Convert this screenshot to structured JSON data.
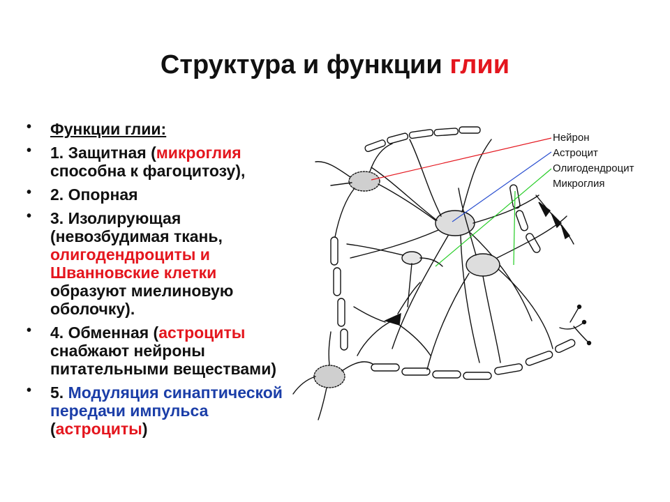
{
  "title": {
    "main": "Структура и функции ",
    "highlight": "глии"
  },
  "bullets": [
    {
      "parts": [
        {
          "text": "Функции глии:",
          "style": "u"
        }
      ]
    },
    {
      "parts": [
        {
          "text": "1. Защитная (",
          "style": ""
        },
        {
          "text": "микроглия",
          "style": "red"
        },
        {
          "text": " способна к фагоцитозу),",
          "style": ""
        }
      ]
    },
    {
      "parts": [
        {
          "text": "2. Опорная",
          "style": ""
        }
      ]
    },
    {
      "parts": [
        {
          "text": "3. Изолирующая (невозбудимая ткань, ",
          "style": ""
        },
        {
          "text": "олигодендроциты и Шванновские клетки",
          "style": "red"
        },
        {
          "text": " образуют миелиновую оболочку).",
          "style": ""
        }
      ]
    },
    {
      "parts": [
        {
          "text": "4. Обменная (",
          "style": ""
        },
        {
          "text": "астроциты",
          "style": "red"
        },
        {
          "text": " снабжают нейроны питательными веществами)",
          "style": ""
        }
      ]
    },
    {
      "parts": [
        {
          "text": "5. ",
          "style": ""
        },
        {
          "text": "Модуляция синаптической передачи импульса",
          "style": "blue"
        },
        {
          "text": " (",
          "style": ""
        },
        {
          "text": "астроциты",
          "style": "red"
        },
        {
          "text": ")",
          "style": ""
        }
      ]
    }
  ],
  "figure_labels": {
    "neuron": "Нейрон",
    "astrocyte": "Астроцит",
    "oligodendrocyte": "Олигодендроцит",
    "microglia": "Микроглия"
  },
  "colors": {
    "highlight": "#e4161e",
    "blue": "#1b3ea8",
    "neuron_line": "#e4161e",
    "astrocyte_line": "#2a4fd0",
    "oligo_line": "#22cc22"
  }
}
